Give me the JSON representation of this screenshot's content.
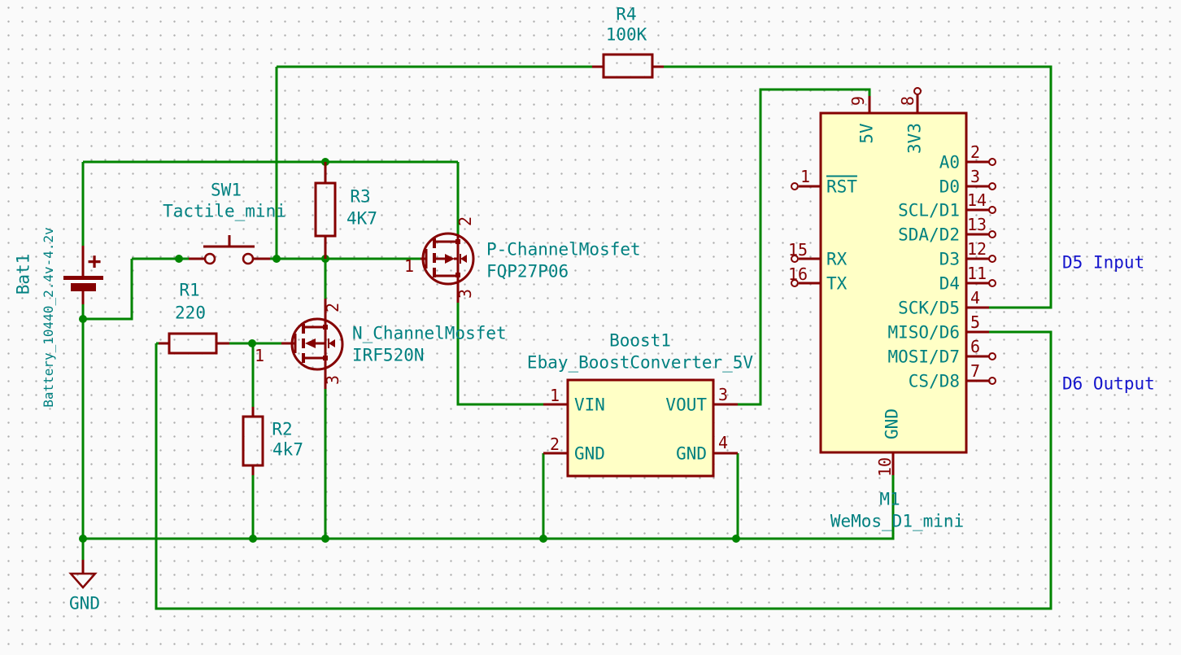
{
  "schematic": {
    "battery": {
      "ref": "Bat1",
      "value": "Battery_10440_2.4v-4.2v",
      "plus_sign": "+"
    },
    "switch_sw1": {
      "ref": "SW1",
      "value": "Tactile_mini"
    },
    "resistors": {
      "r1": {
        "ref": "R1",
        "value": "220"
      },
      "r2": {
        "ref": "R2",
        "value": "4k7"
      },
      "r3": {
        "ref": "R3",
        "value": "4K7"
      },
      "r4": {
        "ref": "R4",
        "value": "100K"
      }
    },
    "nmos": {
      "ref": "N_ChannelMosfet",
      "value": "IRF520N",
      "pin_gate": "1",
      "pin_drain": "2",
      "pin_source": "3"
    },
    "pmos": {
      "ref": "P-ChannelMosfet",
      "value": "FQP27P06",
      "pin_gate": "1",
      "pin_drain": "2",
      "pin_source": "3"
    },
    "boost": {
      "ref": "Boost1",
      "value": "Ebay_BoostConverter_5V",
      "pins": [
        {
          "num": "1",
          "name": "VIN"
        },
        {
          "num": "2",
          "name": "GND"
        },
        {
          "num": "3",
          "name": "VOUT"
        },
        {
          "num": "4",
          "name": "GND"
        }
      ]
    },
    "mcu": {
      "ref": "M1",
      "value": "WeMos_D1_mini",
      "top_pins": [
        {
          "num": "9",
          "name": "5V"
        },
        {
          "num": "8",
          "name": "3V3"
        }
      ],
      "left_pins": [
        {
          "num": "1",
          "name": "RST"
        },
        {
          "num": "15",
          "name": "RX"
        },
        {
          "num": "16",
          "name": "TX"
        }
      ],
      "right_pins": [
        {
          "num": "2",
          "name": "A0"
        },
        {
          "num": "3",
          "name": "D0"
        },
        {
          "num": "14",
          "name": "SCL/D1"
        },
        {
          "num": "13",
          "name": "SDA/D2"
        },
        {
          "num": "12",
          "name": "D3"
        },
        {
          "num": "11",
          "name": "D4"
        },
        {
          "num": "4",
          "name": "SCK/D5"
        },
        {
          "num": "5",
          "name": "MISO/D6"
        },
        {
          "num": "6",
          "name": "MOSI/D7"
        },
        {
          "num": "7",
          "name": "CS/D8"
        }
      ],
      "bottom_pins": [
        {
          "num": "10",
          "name": "GND"
        }
      ]
    },
    "power": {
      "gnd_label": "GND"
    },
    "notes": {
      "d5": "D5 Input",
      "d6": "D6 Output"
    },
    "colors": {
      "wire": "#008400",
      "component": "#840000",
      "field_text": "#008080",
      "note_text": "#1414CC",
      "symbol_fill": "#FFFFC6",
      "background": "#FAFAFA"
    }
  }
}
